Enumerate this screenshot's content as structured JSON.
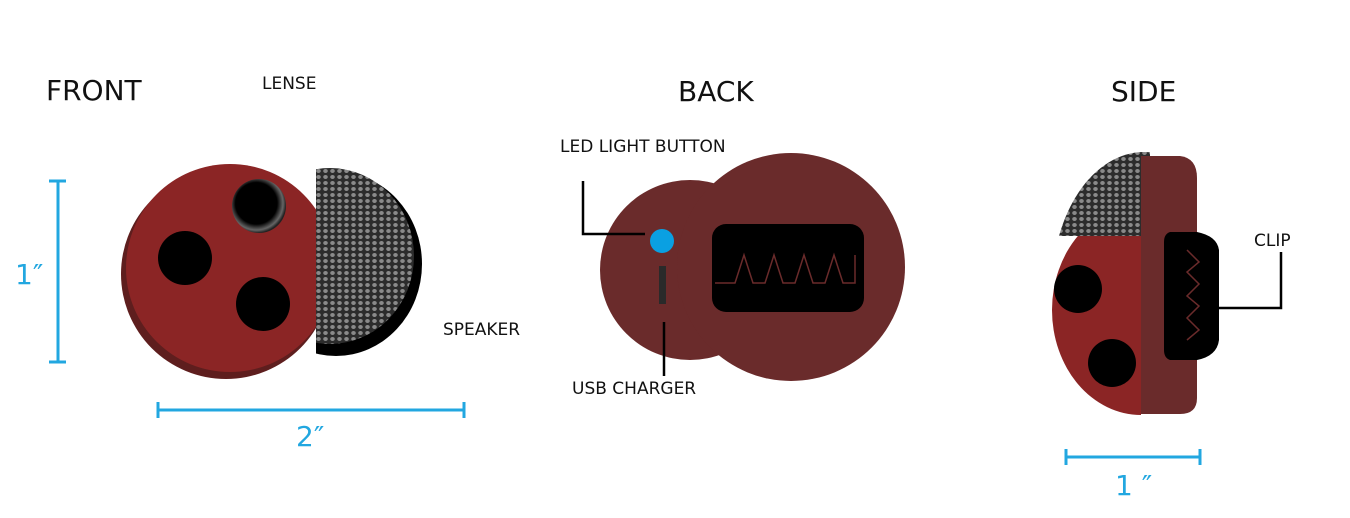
{
  "views": {
    "front": {
      "title": "FRONT",
      "lens_label": "LENSE",
      "speaker_label": "SPEAKER",
      "height_dimension": "1″",
      "width_dimension": "2″"
    },
    "back": {
      "title": "BACK",
      "led_label": "LED LIGHT BUTTON",
      "usb_label": "USB CHARGER"
    },
    "side": {
      "title": "SIDE",
      "clip_label": "CLIP",
      "width_dimension": "1 ″"
    }
  },
  "colors": {
    "body_red": "#8b2525",
    "body_dark": "#6a2b2b",
    "shadow": "#5e1e1e",
    "mesh": "#3a3a3a",
    "led_blue": "#0aa0e2",
    "dimension": "#22a7e0",
    "spots": "#000000"
  },
  "icons": {
    "lens": "lens-circle",
    "led": "led-dot",
    "usb": "usb-slot",
    "clip": "clip-teeth"
  }
}
